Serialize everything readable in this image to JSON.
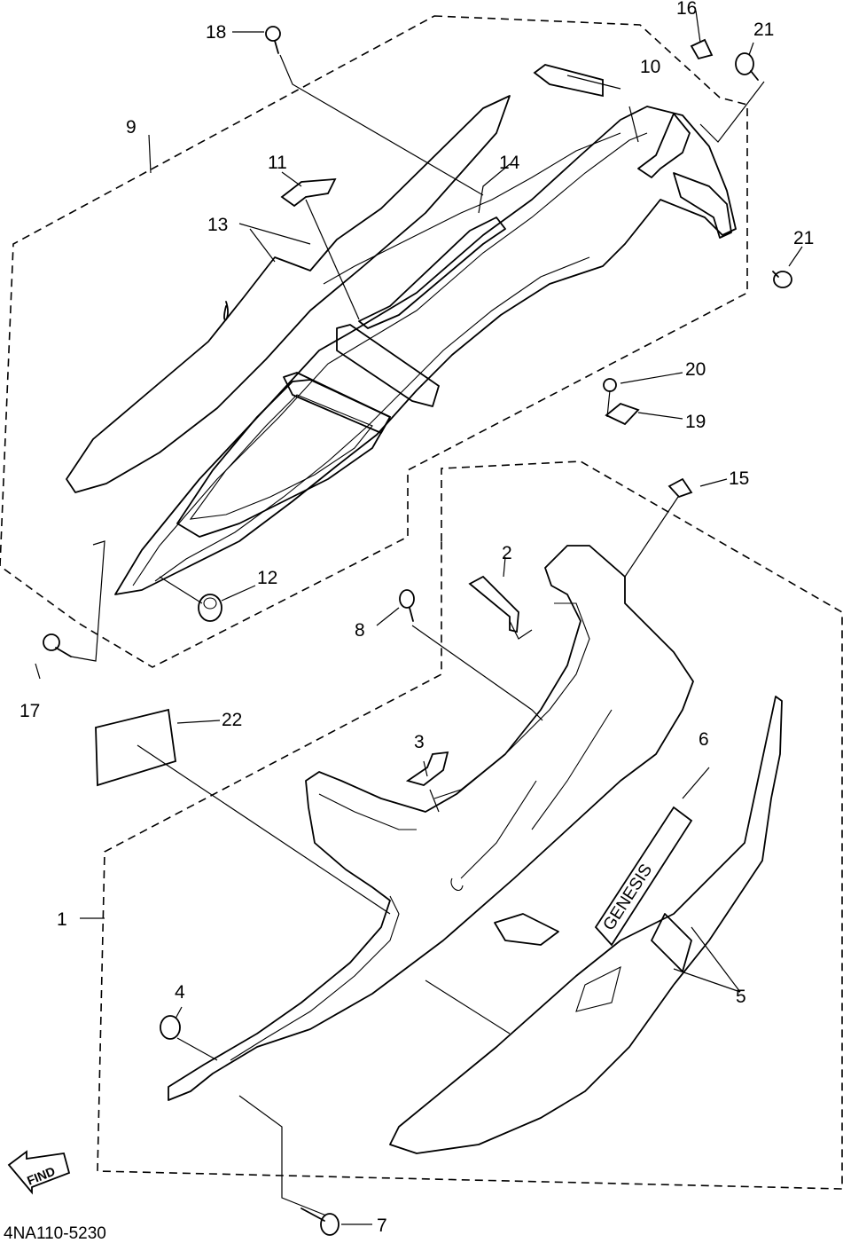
{
  "diagram_code": "4NA110-5230",
  "find_badge": "FIND",
  "emblem_text": "GENESIS",
  "callouts": [
    "1",
    "2",
    "3",
    "4",
    "5",
    "6",
    "7",
    "8",
    "9",
    "10",
    "11",
    "12",
    "13",
    "14",
    "15",
    "16",
    "17",
    "18",
    "19",
    "20",
    "21",
    "21",
    "22"
  ]
}
